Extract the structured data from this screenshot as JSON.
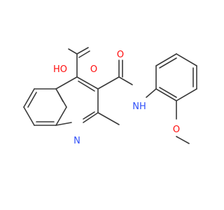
{
  "molecule": {
    "atoms": {
      "hydroxyl": "HO",
      "carbonyl_o_acid": "O",
      "carbonyl_o_amide": "O",
      "amide_nh": "NH",
      "ring_n": "N",
      "ether_o": "O"
    },
    "colors": {
      "bond": "#3a3a3a",
      "oxygen": "#ff0d0d",
      "nitrogen": "#3050f8"
    }
  }
}
